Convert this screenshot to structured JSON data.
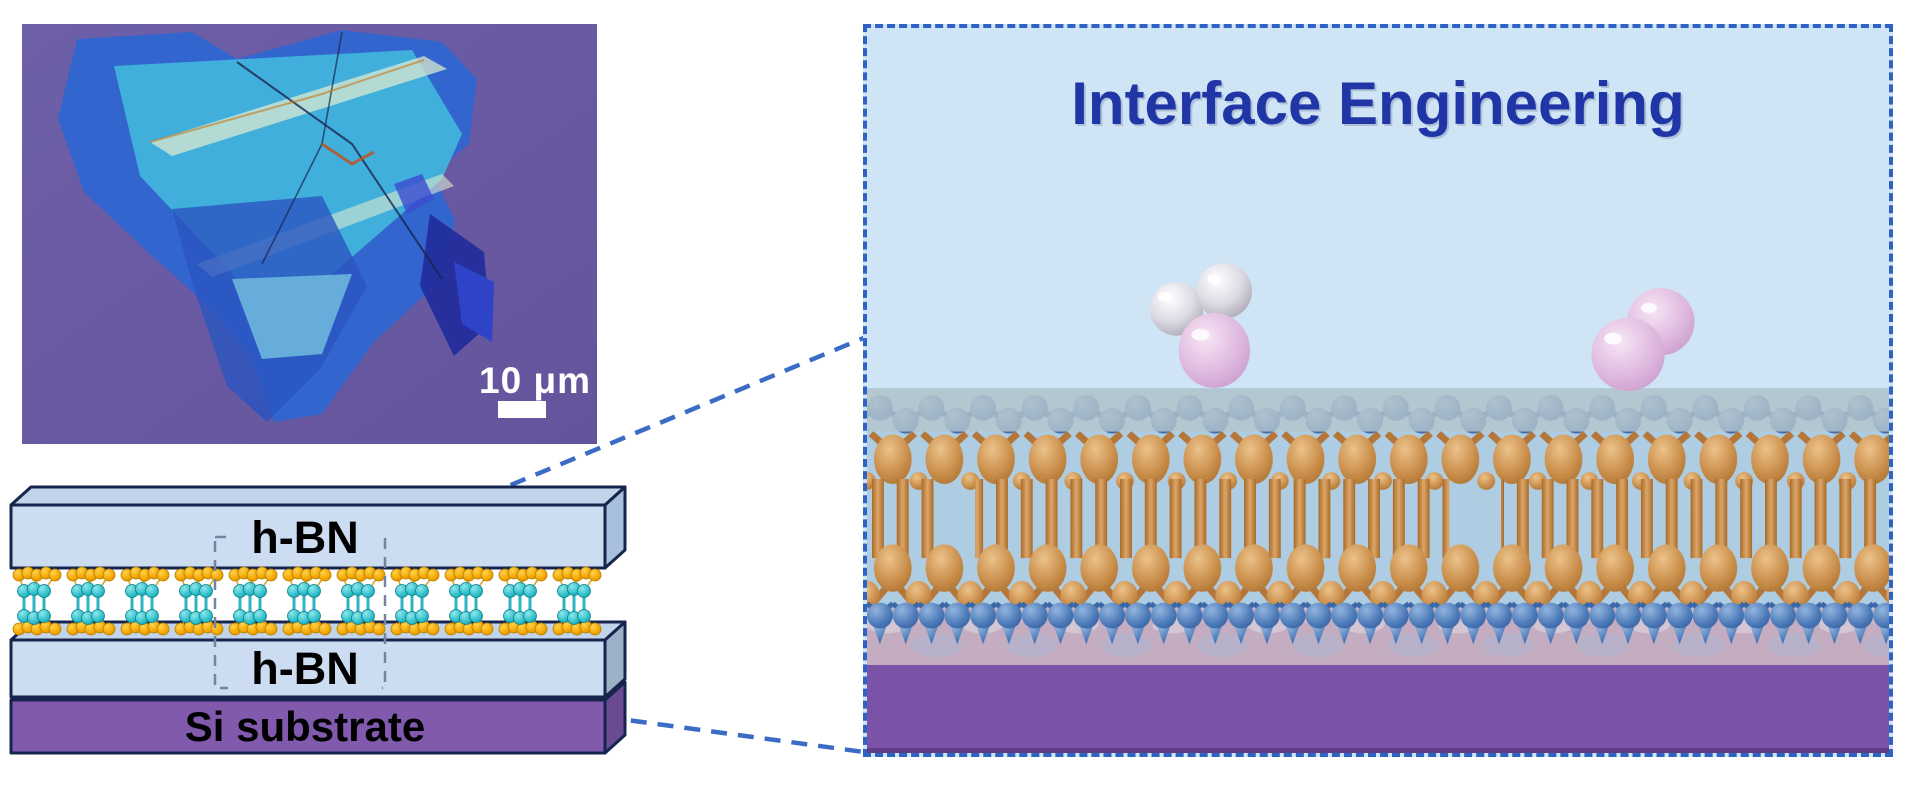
{
  "micrograph": {
    "scale_bar_text": "10 μm"
  },
  "schematic": {
    "top_hbn_label": "h-BN",
    "bottom_hbn_label": "h-BN",
    "substrate_label": "Si substrate"
  },
  "zoom_panel": {
    "title": "Interface Engineering"
  },
  "colors": {
    "panel_border": "#2e62c3",
    "panel_sky": "#cfe4f5",
    "title_text": "#2136a6",
    "micrograph_background": "#6a5aa4",
    "flake_blue": "#2e66d0",
    "flake_cyan": "#41b7de",
    "hbn_slab_fill": "#ccdcf1",
    "hbn_slab_outline": "#17254e",
    "si_substrate_fill": "#8159ad",
    "atom_yellow": "#f5a500",
    "atom_cyan": "#2fbfca",
    "atom_blue": "#4e7cba",
    "atom_orange": "#c88c48",
    "molecule_silver": "#e9e7ef",
    "molecule_pink": "#dcb4dc",
    "substrate_purple": "#7a52a7",
    "interface_band_gray": "#b5c4cb",
    "connector_blue": "#3a6cc5",
    "zoom_box_gray": "#74839f",
    "scale_bar_color": "#ffffff"
  }
}
